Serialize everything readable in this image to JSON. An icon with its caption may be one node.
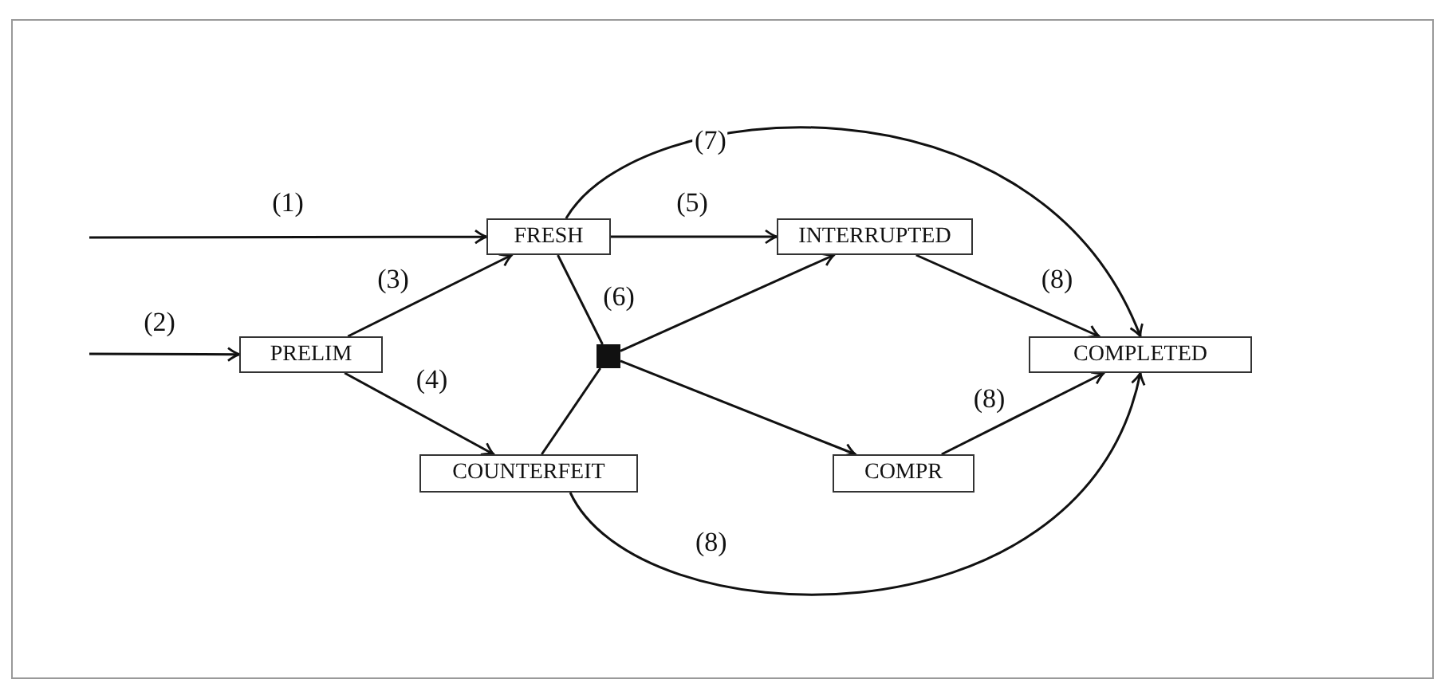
{
  "diagram": {
    "nodes": [
      {
        "text": [
          "FRESH"
        ]
      },
      {
        "text": [
          "INTERRUPTED"
        ]
      },
      {
        "text": [
          "PRELIM"
        ]
      },
      {
        "text": [
          "COMPLETED"
        ]
      },
      {
        "text": [],
        "shape": "box"
      },
      {
        "text": [
          "COUNTERFEIT"
        ]
      },
      {
        "text": [
          "COMPR"
        ]
      }
    ],
    "edges": [
      {
        "from": null,
        "to": 0,
        "arrow": "to",
        "label": "(1)"
      },
      {
        "from": null,
        "to": 2,
        "arrow": "to",
        "label": "(2)"
      },
      {
        "from": 2,
        "to": 0,
        "arrow": "to",
        "label": "(3)"
      },
      {
        "from": 2,
        "to": 5,
        "arrow": "to",
        "label": "(4)"
      },
      {
        "from": 0,
        "to": 1,
        "arrow": "to",
        "label": "(5)"
      },
      {
        "from": 0,
        "to": 4,
        "arrow": "none"
      },
      {
        "from": 5,
        "to": 4,
        "arrow": "none"
      },
      {
        "from": 4,
        "to": 1,
        "arrow": "to"
      },
      {
        "from": 4,
        "to": 6,
        "arrow": "to"
      },
      {
        "from": 0,
        "to": 3,
        "arrow": "to",
        "label": "(7)"
      },
      {
        "from": 1,
        "to": 3,
        "arrow": "to",
        "label": "(8)"
      },
      {
        "from": 6,
        "to": 3,
        "arrow": "to",
        "label": "(8)"
      },
      {
        "from": 5,
        "to": 3,
        "arrow": "to",
        "label": "(8)"
      }
    ],
    "labels": [
      "(6)"
    ]
  }
}
